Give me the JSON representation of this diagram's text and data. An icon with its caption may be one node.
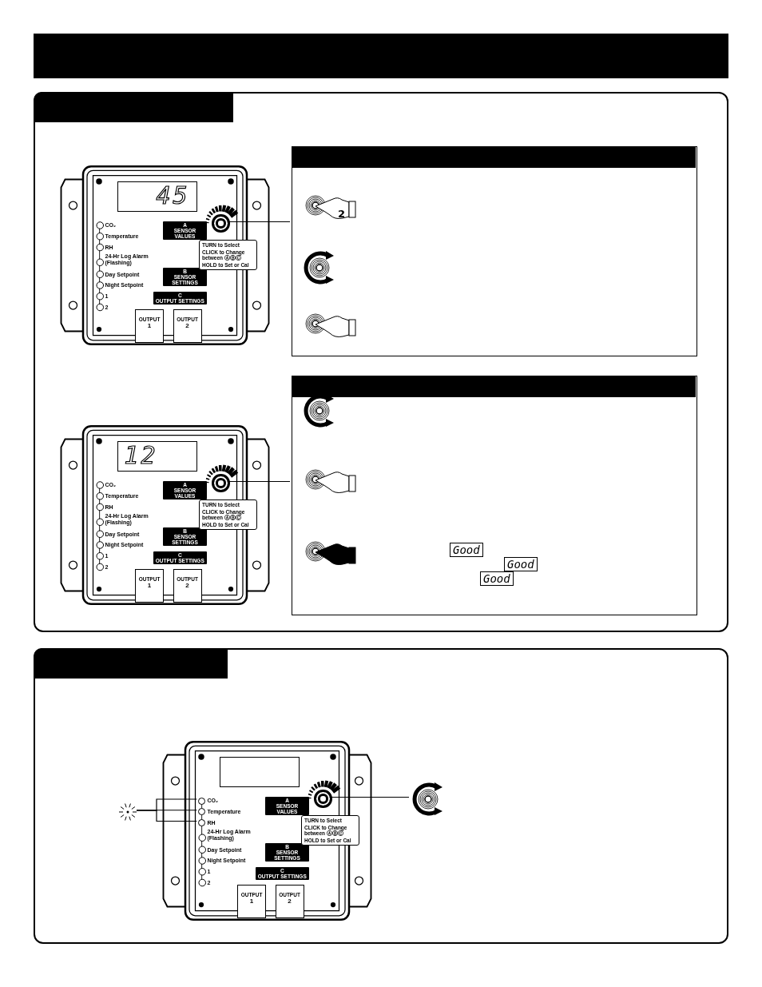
{
  "diagram": {
    "nodes": [
      {
        "text": [],
        "shape": "bar"
      },
      {
        "text": [],
        "shape": "box"
      },
      {
        "text": [],
        "shape": "bar",
        "in": 1
      },
      {
        "text": [
          "CO₂",
          "Temperature",
          "RH",
          "24-Hr Log Alarm (Flashing)",
          "A",
          "SENSOR VALUES",
          "Day Setpoint",
          "Night Setpoint",
          "B",
          "SENSOR SETTINGS",
          "1",
          "2",
          "C",
          "OUTPUT SETTINGS",
          "TURN to Select",
          "CLICK to Change between ⒶⒷⒸ",
          "HOLD to Set or Cal",
          "OUTPUT",
          "1",
          "OUTPUT",
          "2"
        ],
        "in": 1
      },
      {
        "text": [
          "45"
        ],
        "in": 3
      },
      {
        "text": [],
        "shape": "circle",
        "in": 3
      },
      {
        "text": [],
        "shape": "box",
        "in": 1
      },
      {
        "text": [],
        "shape": "bar",
        "in": 6
      },
      {
        "text": [
          "CO₂",
          "Temperature",
          "RH",
          "24-Hr Log Alarm (Flashing)",
          "A",
          "SENSOR VALUES",
          "Day Setpoint",
          "Night Setpoint",
          "B",
          "SENSOR SETTINGS",
          "1",
          "2",
          "C",
          "OUTPUT SETTINGS",
          "TURN to Select",
          "CLICK to Change between ⒶⒷⒸ",
          "HOLD to Set or Cal",
          "OUTPUT",
          "1",
          "OUTPUT",
          "2"
        ],
        "in": 1
      },
      {
        "text": [
          "12"
        ],
        "in": 8
      },
      {
        "text": [],
        "shape": "circle",
        "in": 8
      },
      {
        "text": [],
        "shape": "box",
        "in": 1
      },
      {
        "text": [],
        "shape": "bar",
        "in": 11
      },
      {
        "text": [],
        "shape": "box"
      },
      {
        "text": [],
        "shape": "bar",
        "in": 13
      },
      {
        "text": [],
        "shape": "picture",
        "in": 13
      },
      {
        "text": [
          "CO₂",
          "Temperature",
          "RH",
          "24-Hr Log Alarm (Flashing)",
          "A",
          "SENSOR VALUES",
          "Day Setpoint",
          "Night Setpoint",
          "B",
          "SENSOR SETTINGS",
          "1",
          "2",
          "C",
          "OUTPUT SETTINGS",
          "TURN to Select",
          "CLICK to Change between ⒶⒷⒸ",
          "HOLD to Set or Cal",
          "OUTPUT",
          "1",
          "OUTPUT",
          "2"
        ],
        "in": 13
      },
      {
        "text": [],
        "shape": "box",
        "in": 16
      },
      {
        "text": [],
        "shape": "circle",
        "in": 16
      },
      {
        "text": [],
        "shape": "circle",
        "in": 16
      },
      {
        "text": [],
        "shape": "circle",
        "in": 16
      },
      {
        "text": [],
        "shape": "circle",
        "in": 16
      },
      {
        "text": [],
        "shape": "picture",
        "in": 13
      }
    ],
    "edges": [
      {
        "from": 5,
        "to": 6,
        "arrow": "none"
      },
      {
        "from": 10,
        "to": 11,
        "arrow": "none"
      },
      {
        "from": 15,
        "to": 18,
        "arrow": "none"
      },
      {
        "from": 15,
        "to": 19,
        "arrow": "none"
      },
      {
        "from": 15,
        "to": 20,
        "arrow": "none"
      },
      {
        "from": 21,
        "to": 22,
        "arrow": "none"
      }
    ],
    "labels": [
      "2",
      "Good",
      "Good",
      "Good"
    ]
  }
}
